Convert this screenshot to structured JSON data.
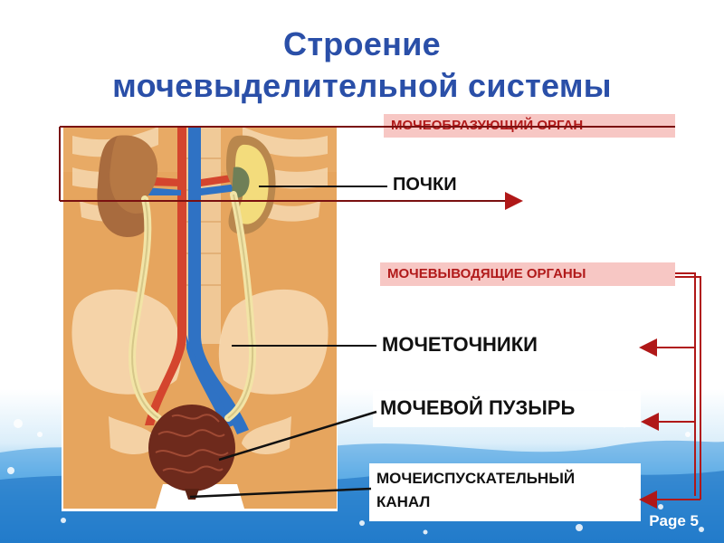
{
  "slide": {
    "title_line1": "Строение",
    "title_line2": "мочевыделительной системы",
    "page_label": "Page 5"
  },
  "labels": {
    "forming_organ": "МОЧЕОБРАЗУЮЩИЙ ОРГАН",
    "kidneys": "ПОЧКИ",
    "excretory_organs": "МОЧЕВЫВОДЯЩИЕ  ОРГАНЫ",
    "ureters": "МОЧЕТОЧНИКИ",
    "bladder": "МОЧЕВОЙ ПУЗЫРЬ",
    "urethra_line1": "МОЧЕИСПУСКАТЕЛЬНЫЙ",
    "urethra_line2": "КАНАЛ"
  },
  "colors": {
    "title": "#2a4fa8",
    "pink_box": "#f7c7c4",
    "pink_text": "#b11a1a",
    "bracket": "#b01818",
    "frame_line": "#7a1010"
  }
}
